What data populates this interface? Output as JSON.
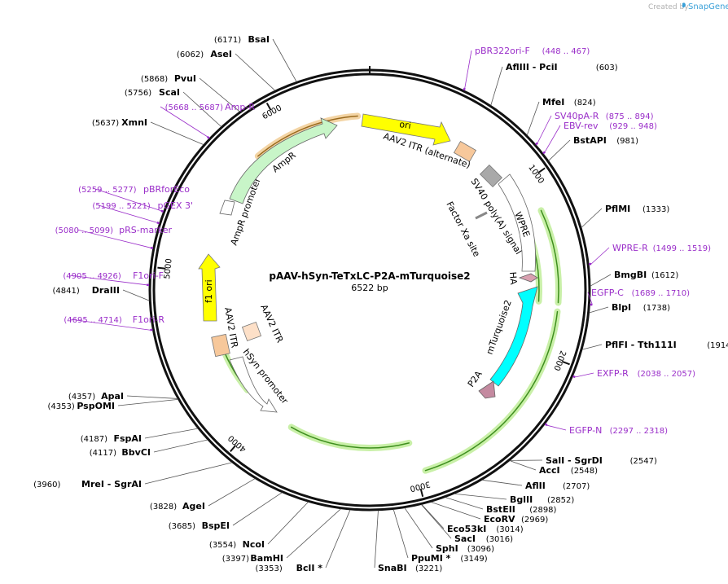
{
  "credit": {
    "prefix": "Created by",
    "brand": "SnapGene"
  },
  "plasmid": {
    "name": "pAAV-hSyn-TeTxLC-P2A-mTurquoise2",
    "size_label": "6522 bp",
    "length": 6522
  },
  "ticks": [
    "1000",
    "2000",
    "3000",
    "4000",
    "5000",
    "6000"
  ],
  "enzymes": [
    {
      "name": "BsaI",
      "pos": "(6171)",
      "loc": 6171
    },
    {
      "name": "AseI",
      "pos": "(6062)",
      "loc": 6062
    },
    {
      "name": "PvuI",
      "pos": "(5868)",
      "loc": 5868
    },
    {
      "name": "ScaI",
      "pos": "(5756)",
      "loc": 5756
    },
    {
      "name": "XmnI",
      "pos": "(5637)",
      "loc": 5637
    },
    {
      "name": "DraIII",
      "pos": "(4841)",
      "loc": 4841
    },
    {
      "name": "ApaI",
      "pos": "(4357)",
      "loc": 4357
    },
    {
      "name": "PspOMI",
      "pos": "(4353)",
      "loc": 4353
    },
    {
      "name": "FspAI",
      "pos": "(4187)",
      "loc": 4187
    },
    {
      "name": "BbvCI",
      "pos": "(4117)",
      "loc": 4117
    },
    {
      "name": "MreI  - SgrAI",
      "pos": "(3960)",
      "loc": 3960
    },
    {
      "name": "AgeI",
      "pos": "(3828)",
      "loc": 3828
    },
    {
      "name": "BspEI",
      "pos": "(3685)",
      "loc": 3685
    },
    {
      "name": "NcoI",
      "pos": "(3554)",
      "loc": 3554
    },
    {
      "name": "BamHI",
      "pos": "(3397)",
      "loc": 3397
    },
    {
      "name": "BclI *",
      "pos": "(3353)",
      "loc": 3353
    },
    {
      "name": "SnaBI",
      "pos": "(3221)",
      "loc": 3221
    },
    {
      "name": "PpuMI *",
      "pos": "(3149)",
      "loc": 3149
    },
    {
      "name": "SphI",
      "pos": "(3096)",
      "loc": 3096
    },
    {
      "name": "SacI",
      "pos": "(3016)",
      "loc": 3016
    },
    {
      "name": "Eco53kI",
      "pos": "(3014)",
      "loc": 3014
    },
    {
      "name": "EcoRV",
      "pos": "(2969)",
      "loc": 2969
    },
    {
      "name": "BstEII",
      "pos": "(2898)",
      "loc": 2898
    },
    {
      "name": "BglII",
      "pos": "(2852)",
      "loc": 2852
    },
    {
      "name": "AflII",
      "pos": "(2707)",
      "loc": 2707
    },
    {
      "name": "AccI",
      "pos": "(2548)",
      "loc": 2548
    },
    {
      "name": "SalI  - SgrDI",
      "pos": "(2547)",
      "loc": 2547
    },
    {
      "name": "PflFI  - Tth111I",
      "pos": "(1914)",
      "loc": 1914
    },
    {
      "name": "BlpI",
      "pos": "(1738)",
      "loc": 1738
    },
    {
      "name": "BmgBI",
      "pos": "(1612)",
      "loc": 1612
    },
    {
      "name": "PflMI",
      "pos": "(1333)",
      "loc": 1333
    },
    {
      "name": "BstAPI",
      "pos": "(981)",
      "loc": 981
    },
    {
      "name": "MfeI",
      "pos": "(824)",
      "loc": 824
    },
    {
      "name": "AflIII  - PciI",
      "pos": "(603)",
      "loc": 603
    }
  ],
  "primers": [
    {
      "name": "pBR322ori-F",
      "pos": "(448 .. 467)",
      "loc": 457
    },
    {
      "name": "SV40pA-R",
      "pos": "(875 .. 894)",
      "loc": 884
    },
    {
      "name": "EBV-rev",
      "pos": "(929 .. 948)",
      "loc": 938
    },
    {
      "name": "WPRE-R",
      "pos": "(1499 .. 1519)",
      "loc": 1509
    },
    {
      "name": "EGFP-C",
      "pos": "(1689 .. 1710)",
      "loc": 1699
    },
    {
      "name": "EXFP-R",
      "pos": "(2038 .. 2057)",
      "loc": 2047
    },
    {
      "name": "EGFP-N",
      "pos": "(2297 .. 2318)",
      "loc": 2307
    },
    {
      "name": "F1ori-R",
      "pos": "(4695 .. 4714)",
      "loc": 4704
    },
    {
      "name": "F1ori-F",
      "pos": "(4905 .. 4926)",
      "loc": 4915
    },
    {
      "name": "pRS-marker",
      "pos": "(5080 .. 5099)",
      "loc": 5089
    },
    {
      "name": "pGEX 3'",
      "pos": "(5199 .. 5221)",
      "loc": 5210
    },
    {
      "name": "pBRforEco",
      "pos": "(5259 .. 5277)",
      "loc": 5268
    },
    {
      "name": "Amp-R",
      "pos": "(5668 .. 5687)",
      "loc": 5677
    }
  ],
  "features": [
    {
      "label": "ori",
      "color": "#ffff00"
    },
    {
      "label": "AAV2 ITR (alternate)",
      "color": "#f7c89b"
    },
    {
      "label": "SV40 poly(A) signal",
      "color": "#a9a9a9"
    },
    {
      "label": "Factor Xa site",
      "color": "#888888"
    },
    {
      "label": "WPRE",
      "color": "#ffffff"
    },
    {
      "label": "HA",
      "color": "#d9a0b0"
    },
    {
      "label": "mTurquoise2",
      "color": "#00ffff"
    },
    {
      "label": "P2A",
      "color": "#c48aa0"
    },
    {
      "label": "hSyn promoter",
      "color": "#ffffff"
    },
    {
      "label": "AAV2 ITR",
      "color": "#f7c89b"
    },
    {
      "label": "AAV2 ITR",
      "color": "#fde0c8"
    },
    {
      "label": "f1 ori",
      "color": "#ffff00"
    },
    {
      "label": "AmpR promoter",
      "color": "#ffffff"
    },
    {
      "label": "AmpR",
      "color": "#c8f5c8"
    }
  ]
}
